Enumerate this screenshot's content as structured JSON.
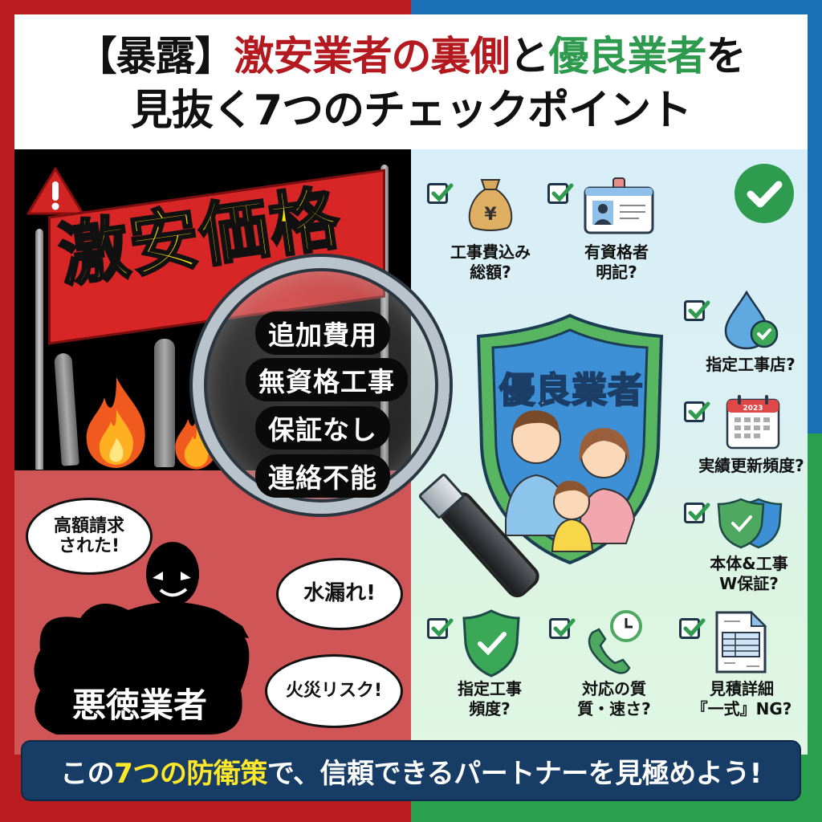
{
  "title": {
    "line1": {
      "bracket_part": "【暴露】",
      "red_part": "激安業者の裏側",
      "connector": "と",
      "green_part": "優良業者",
      "tail": "を"
    },
    "line2": "見抜く7つのチェックポイント"
  },
  "left_panel": {
    "warning_icon": "warning-triangle-icon",
    "banner_text": "激安価格",
    "magnifier_items": [
      "追加費用",
      "無資格工事",
      "保証なし",
      "連絡不能"
    ],
    "villain_label": "悪徳業者",
    "bubbles": {
      "high_bill": "高額請求\nされた!",
      "leak": "水漏れ!",
      "fire_risk": "火災リスク!"
    }
  },
  "right_panel": {
    "shield_title": "優良業者",
    "approved_icon": "check-circle-icon",
    "checkpoints": [
      {
        "icon": "money-bag-yen-icon",
        "line1": "工事費込み",
        "line2": "総額?"
      },
      {
        "icon": "id-badge-icon",
        "line1": "有資格者",
        "line2": "明記?"
      },
      {
        "icon": "water-drop-check-icon",
        "line1": "指定工事店?",
        "line2": ""
      },
      {
        "icon": "calendar-icon",
        "line1": "実績更新頻度?",
        "line2": "",
        "calendar_year": "2023"
      },
      {
        "icon": "double-shield-icon",
        "line1": "本体&工事",
        "line2": "W保証?"
      },
      {
        "icon": "shield-check-icon",
        "line1": "指定工事",
        "line2": "頻度?"
      },
      {
        "icon": "phone-clock-icon",
        "line1": "対応の質",
        "line2": "質・速さ?"
      },
      {
        "icon": "estimate-document-icon",
        "line1": "見積詳細",
        "line2": "『一式』NG?"
      }
    ]
  },
  "footer": {
    "prefix": "この",
    "highlight": "7つの防衛策",
    "suffix": "で、信頼できるパートナーを見極めよう!"
  },
  "colors": {
    "red_frame": "#b81c1e",
    "blue_frame": "#1a6fb5",
    "green_frame": "#2aa04f",
    "title_red": "#b3191f",
    "title_green": "#2e9a4e",
    "banner_yellow": "#ffe600",
    "footer_navy": "#173d66",
    "footer_highlight": "#ffe82a"
  }
}
